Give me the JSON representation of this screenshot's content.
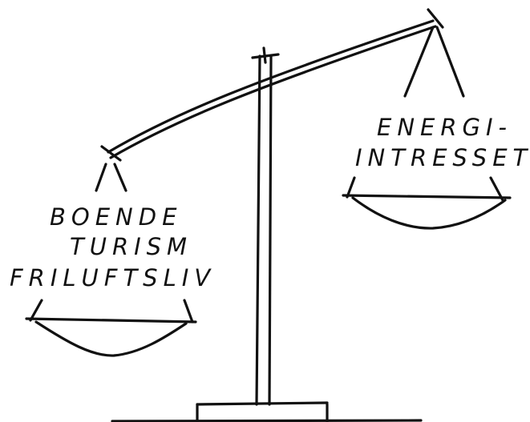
{
  "left_pan": {
    "lines": [
      "BOENDE",
      "TURISM",
      "FRILUFTSLIV"
    ]
  },
  "right_pan": {
    "lines": [
      "ENERGI-",
      "INTRESSET"
    ]
  },
  "colors": {
    "ink": "#111111",
    "paper": "#ffffff"
  }
}
